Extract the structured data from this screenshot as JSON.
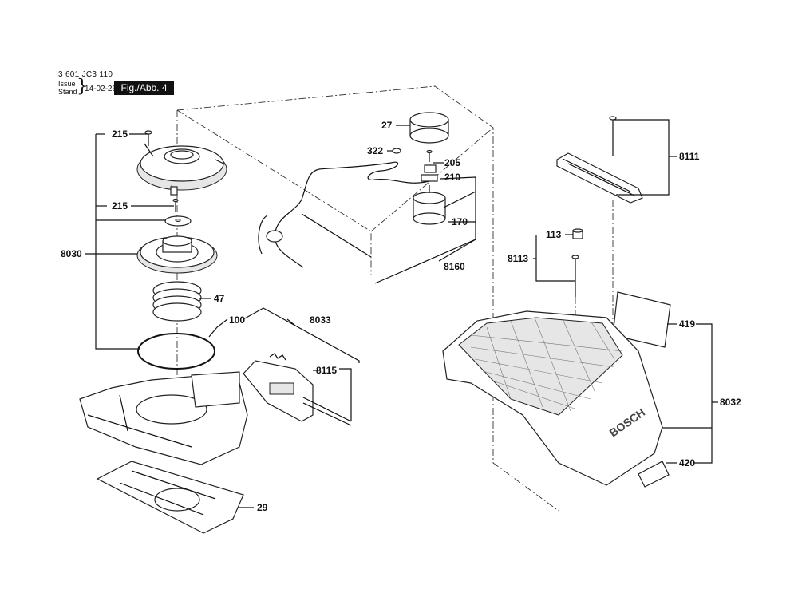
{
  "header": {
    "doc_number": "3 601 JC3 110",
    "issue_label": "Issue",
    "stand_label": "Stand",
    "brace": "}",
    "issue_date": "14-02-26",
    "figure_label": "Fig./Abb. 4"
  },
  "callouts": {
    "c215a": "215",
    "c215b": "215",
    "c8030": "8030",
    "c47": "47",
    "c100": "100",
    "c8033": "8033",
    "c8115": "8115",
    "c29": "29",
    "c27": "27",
    "c322": "322",
    "c205": "205",
    "c210": "210",
    "c170": "170",
    "c8160": "8160",
    "c8111": "8111",
    "c113": "113",
    "c8113": "8113",
    "c419": "419",
    "c8032": "8032",
    "c420": "420"
  },
  "housing_logo": "BOSCH"
}
